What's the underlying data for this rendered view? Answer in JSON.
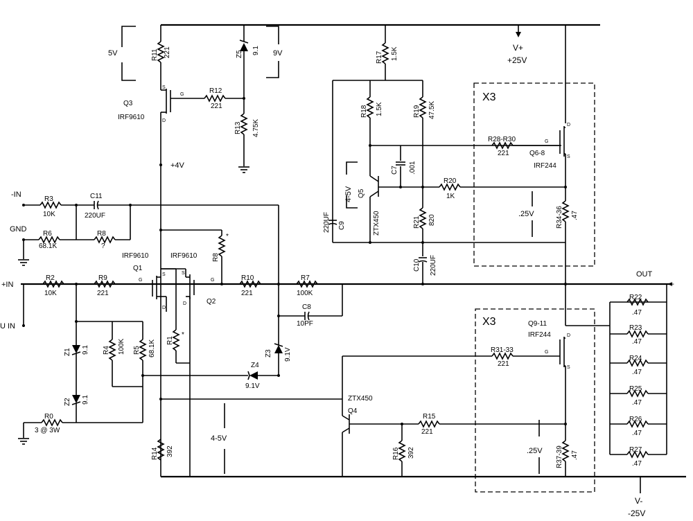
{
  "rails": {
    "vplus": "V+",
    "vplus_val": "+25V",
    "vminus": "V-",
    "vminus_val": "-25V",
    "out": "OUT",
    "plus": "+"
  },
  "inputs": {
    "minus_in": "-IN",
    "gnd": "GND",
    "plus_in": "+IN",
    "u_in": "U IN"
  },
  "blocks": {
    "x3_top": "X3",
    "x3_bot": "X3"
  },
  "levels": {
    "v5": "5V",
    "v9": "9V",
    "v4": "+4V",
    "v45_a": "4-5V",
    "v45_b": "4-5V",
    "v25_top": ".25V",
    "v25_bot": ".25V"
  },
  "pins": {
    "s": "S",
    "g": "G",
    "d": "D"
  },
  "resistors": {
    "R11": {
      "name": "R11",
      "value": "221"
    },
    "R12": {
      "name": "R12",
      "value": "221"
    },
    "R13": {
      "name": "R13",
      "value": "4.75K"
    },
    "R17": {
      "name": "R17",
      "value": "1.5K"
    },
    "R18": {
      "name": "R18",
      "value": "1.5K"
    },
    "R19": {
      "name": "R19",
      "value": "47.5K"
    },
    "R28": {
      "name": "R28-R30",
      "value": "221"
    },
    "R20": {
      "name": "R20",
      "value": "1K"
    },
    "R21": {
      "name": "R21",
      "value": "820"
    },
    "R34": {
      "name": "R34-36",
      "value": ".47"
    },
    "R3": {
      "name": "R3",
      "value": "10K"
    },
    "R6": {
      "name": "R6",
      "value": "68.1K"
    },
    "R8a": {
      "name": "R8",
      "value": "?"
    },
    "R8b": {
      "name": "R8",
      "value": "*"
    },
    "R2": {
      "name": "R2",
      "value": "10K"
    },
    "R9": {
      "name": "R9",
      "value": "221"
    },
    "R10": {
      "name": "R10",
      "value": "221"
    },
    "R7": {
      "name": "R7",
      "value": "100K"
    },
    "R4": {
      "name": "R4",
      "value": "100K"
    },
    "R5": {
      "name": "R5",
      "value": "68.1K"
    },
    "R1": {
      "name": "R1",
      "value": "*"
    },
    "R0": {
      "name": "R0",
      "value": "3 @ 3W"
    },
    "R14": {
      "name": "R14",
      "value": "392"
    },
    "R31": {
      "name": "R31-33",
      "value": "221"
    },
    "R15": {
      "name": "R15",
      "value": "221"
    },
    "R16": {
      "name": "R16",
      "value": "392"
    },
    "R37": {
      "name": "R37-39",
      "value": ".47"
    },
    "R22": {
      "name": "R22",
      "value": ".47"
    },
    "R23": {
      "name": "R23",
      "value": ".47"
    },
    "R24": {
      "name": "R24",
      "value": ".47"
    },
    "R25": {
      "name": "R25",
      "value": ".47"
    },
    "R26": {
      "name": "R26",
      "value": ".47"
    },
    "R27": {
      "name": "R27",
      "value": ".47"
    }
  },
  "capacitors": {
    "C11": {
      "name": "C11",
      "value": "220UF"
    },
    "C9": {
      "name": "C9",
      "value": "220UF"
    },
    "C7": {
      "name": "C7",
      "value": ".001"
    },
    "C10": {
      "name": "C10",
      "value": "220UF"
    },
    "C8": {
      "name": "C8",
      "value": "10PF"
    }
  },
  "zeners": {
    "Z5": {
      "name": "Z5",
      "value": "9.1"
    },
    "Z1": {
      "name": "Z1",
      "value": "9.1"
    },
    "Z2": {
      "name": "Z2",
      "value": "9.1"
    },
    "Z3": {
      "name": "Z3",
      "value": "9.1V"
    },
    "Z4": {
      "name": "Z4",
      "value": "9.1V"
    }
  },
  "transistors": {
    "Q3": {
      "name": "Q3",
      "part": "IRF9610"
    },
    "Q1": {
      "name": "Q1",
      "part": "IRF9610"
    },
    "Q2": {
      "name": "Q2",
      "part": "IRF9610"
    },
    "Q5": {
      "name": "Q5",
      "part": "ZTX450"
    },
    "Q4": {
      "name": "Q4",
      "part": "ZTX450"
    },
    "Q68": {
      "name": "Q6-8",
      "part": "IRF244"
    },
    "Q911": {
      "name": "Q9-11",
      "part": "IRF244"
    }
  }
}
